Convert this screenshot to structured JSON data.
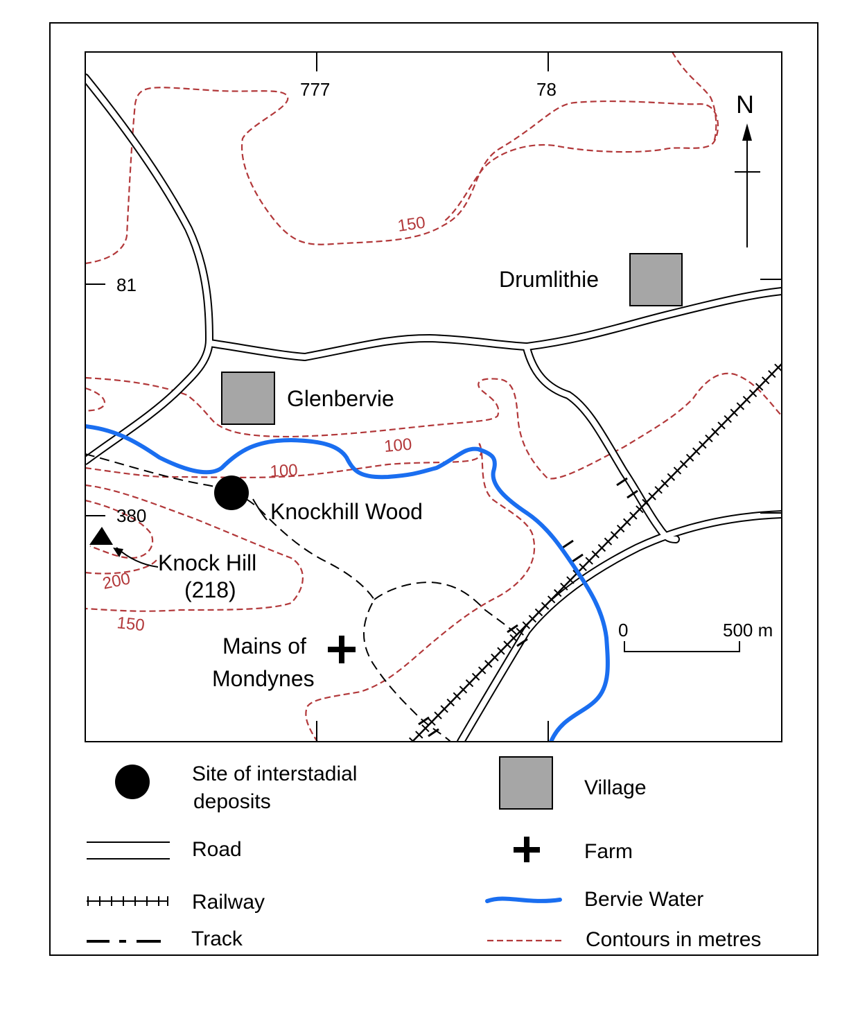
{
  "grid": {
    "easting_777": "777",
    "easting_78": "78",
    "northing_81": "81",
    "northing_380": "380"
  },
  "compass": {
    "north_label": "N"
  },
  "places": {
    "drumlithie": "Drumlithie",
    "glenbervie": "Glenbervie",
    "knockhill_wood": "Knockhill Wood",
    "knock_hill": "Knock Hill",
    "knock_hill_height": "(218)",
    "mains_of": "Mains of",
    "mondynes": "Mondynes"
  },
  "contour_labels": {
    "c150_north": "150",
    "c100_east": "100",
    "c100_river": "100",
    "c200": "200",
    "c150_south": "150"
  },
  "scale": {
    "start_label": "0",
    "end_label": "500 m",
    "length_m": 500
  },
  "legend": {
    "site_line1": "Site of interstadial",
    "site_line2": "deposits",
    "road": "Road",
    "railway": "Railway",
    "track": "Track",
    "village": "Village",
    "farm": "Farm",
    "river": "Bervie Water",
    "contours": "Contours in metres"
  },
  "colors": {
    "river": "#1a6ef0",
    "contour": "#b2383a",
    "village": "#a6a6a6"
  }
}
